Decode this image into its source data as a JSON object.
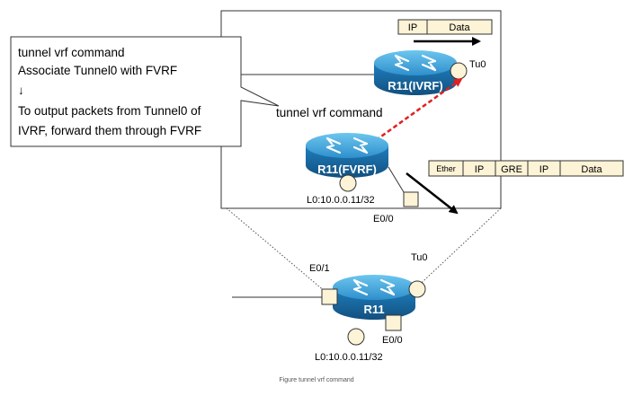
{
  "callout": {
    "lines": [
      "tunnel vrf command",
      "Associate Tunnel0 with FVRF",
      "↓",
      "To output packets from Tunnel0 of",
      "IVRF, forward them through FVRF"
    ]
  },
  "annotation": "tunnel vrf command",
  "routers": {
    "ivrf": "R11(IVRF)",
    "fvrf": "R11(FVRF)",
    "main": "R11"
  },
  "labels": {
    "tu0_top": "Tu0",
    "loopback_inner": "L0:10.0.0.11/32",
    "e0_0_inner": "E0/0",
    "e0_1": "E0/1",
    "tu0_bottom": "Tu0",
    "e0_0_bottom": "E0/0",
    "loopback_bottom": "L0:10.0.0.11/32"
  },
  "packet_inner": [
    "IP",
    "Data"
  ],
  "packet_outer": [
    "Ether",
    "IP",
    "GRE",
    "IP",
    "Data"
  ],
  "caption": "Figure tunnel vrf command",
  "colors": {
    "router_top": "#2f9fd6",
    "router_side": "#1b6fa8",
    "header_fill": "#fdf3d6",
    "tunnel_arrow": "#e02020"
  }
}
